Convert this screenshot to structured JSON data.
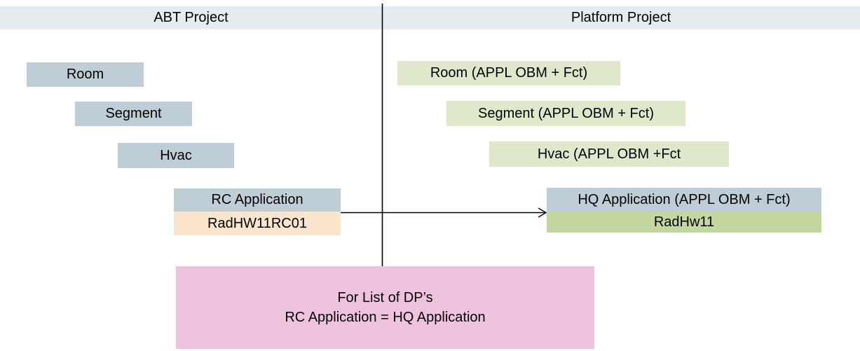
{
  "header": {
    "abt_title": "ABT Project",
    "platform_title": "Platform Project"
  },
  "abt": {
    "boxes": [
      {
        "label": "Room"
      },
      {
        "label": "Segment"
      },
      {
        "label": "Hvac"
      },
      {
        "label": "RC Application"
      },
      {
        "label": "RadHW11RC01"
      }
    ]
  },
  "platform": {
    "boxes": [
      {
        "label": "Room (APPL OBM + Fct)"
      },
      {
        "label": "Segment (APPL OBM + Fct)"
      },
      {
        "label": "Hvac (APPL OBM +Fct"
      },
      {
        "label": "HQ Application (APPL OBM + Fct)"
      },
      {
        "label": "RadHw11"
      }
    ]
  },
  "note": {
    "line1": "For List of DP’s",
    "line2": "RC Application = HQ Application"
  },
  "colors": {
    "header_bg": "#e6ebef",
    "blue_box": "#bfcdd6",
    "green_light": "#dfe8ca",
    "orange_box": "#fce5cd",
    "green_box": "#c4d79e",
    "pink_box": "#efc3de",
    "line": "#000000"
  }
}
